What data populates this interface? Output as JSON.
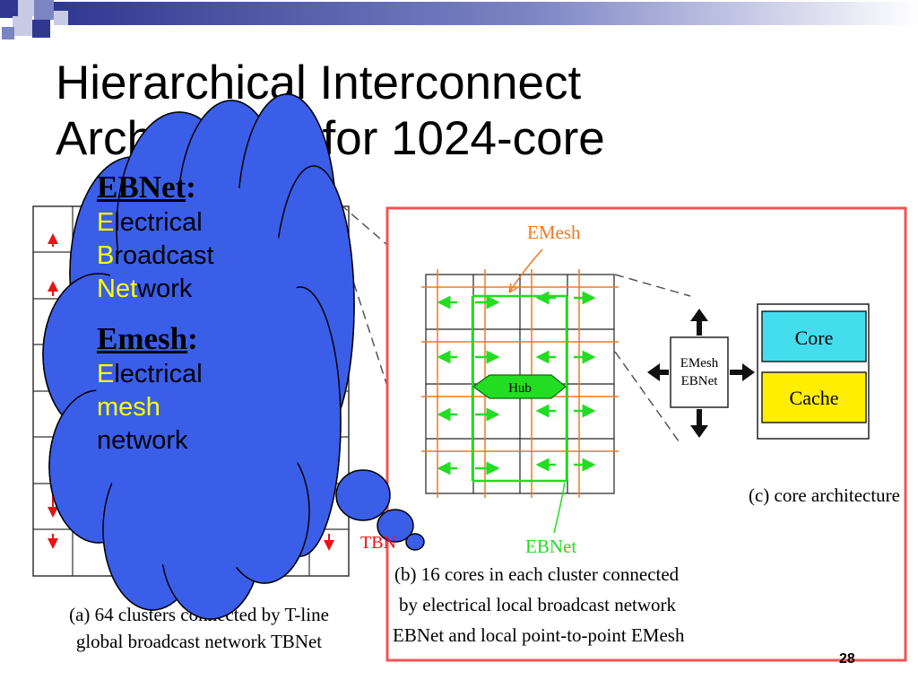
{
  "slide": {
    "title_line1": "Hierarchical Interconnect",
    "title_line2": "Architecture for 1024-core",
    "page_number": "28"
  },
  "cloud": {
    "ebnet_heading": "EBNet",
    "colon": ":",
    "ebnet_l1_a": "E",
    "ebnet_l1_b": "lectrical",
    "ebnet_l2_a": "B",
    "ebnet_l2_b": "roadcast",
    "ebnet_l3_a": "Net",
    "ebnet_l3_b": "work",
    "emesh_heading": "Emesh",
    "emesh_l1_a": "E",
    "emesh_l1_b": "lectrical",
    "emesh_l2": "mesh",
    "emesh_l3": "network"
  },
  "diagram_a": {
    "label_tbnet": "TBN",
    "caption_line1": "(a) 64 clusters connected by T-line",
    "caption_line2": "global broadcast network TBNet"
  },
  "diagram_b": {
    "emesh_label": "EMesh",
    "hub_label": "Hub",
    "ebnet_label": "EBNet",
    "caption_line1": "(b) 16 cores in each cluster connected",
    "caption_line2": "by electrical local broadcast network",
    "caption_line3": "EBNet and local point-to-point EMesh"
  },
  "diagram_c": {
    "router_line1": "EMesh",
    "router_line2": "EBNet",
    "core_label": "Core",
    "cache_label": "Cache",
    "caption": "(c) core architecture"
  },
  "colors": {
    "title_bar": "#2f3790",
    "cloud_fill": "#3a5ee8",
    "mesh_lines": "#f07820",
    "green": "#22dd22",
    "arrow_red": "#ee1111",
    "highlight_border": "#ee5555",
    "core_fill": "#44ddee",
    "cache_fill": "#ffee00"
  }
}
